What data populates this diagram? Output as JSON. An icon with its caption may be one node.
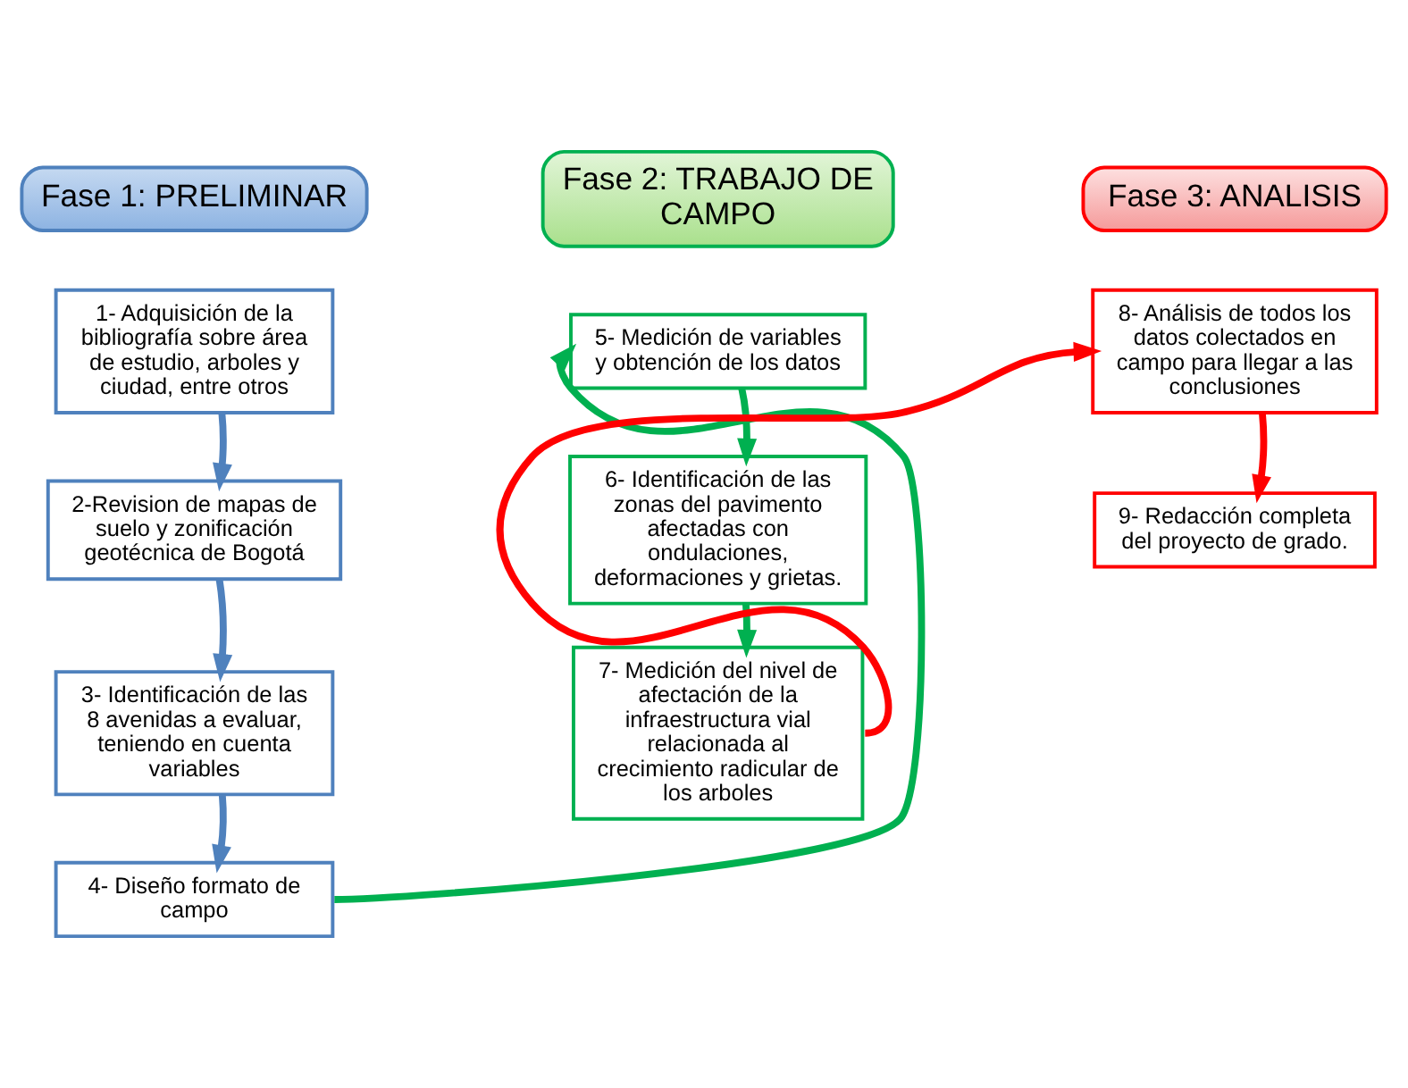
{
  "diagram": {
    "nodes": [
      {
        "text": [
          "Fase 1: PRELIMINAR"
        ]
      },
      {
        "text": [
          "1- Adquisición de la bibliografía sobre área de estudio, arboles y ciudad, entre otros"
        ]
      },
      {
        "text": [
          "2-Revision de mapas de suelo y zonificación geotécnica de Bogotá"
        ]
      },
      {
        "text": [
          "3- Identificación de las 8 avenidas a evaluar, teniendo en cuenta variables"
        ]
      },
      {
        "text": [
          "4- Diseño formato de campo"
        ]
      },
      {
        "text": [
          "Fase 2: TRABAJO DE CAMPO"
        ]
      },
      {
        "text": [
          "5- Medición de variables y obtención de los datos"
        ]
      },
      {
        "text": [
          "6- Identificación de las zonas del pavimento afectadas con ondulaciones, deformaciones y grietas."
        ]
      },
      {
        "text": [
          "7- Medición del nivel de afectación de la infraestructura vial relacionada al crecimiento radicular de los arboles"
        ]
      },
      {
        "text": [
          "Fase 3: ANALISIS"
        ]
      },
      {
        "text": [
          "8- Análisis de todos los datos colectados en campo para llegar a las conclusiones"
        ]
      },
      {
        "text": [
          "9- Redacción completa del proyecto de grado."
        ]
      }
    ],
    "edges": [
      {
        "from": 1,
        "to": 2,
        "arrow": "to"
      },
      {
        "from": 2,
        "to": 3,
        "arrow": "to"
      },
      {
        "from": 3,
        "to": 4,
        "arrow": "to"
      },
      {
        "from": 4,
        "to": 6,
        "arrow": "to",
        "color": "#00b050"
      },
      {
        "from": 6,
        "to": 7,
        "arrow": "to",
        "color": "#00b050"
      },
      {
        "from": 7,
        "to": 8,
        "arrow": "to",
        "color": "#00b050"
      },
      {
        "from": 8,
        "to": 10,
        "arrow": "to",
        "color": "#ff0000"
      },
      {
        "from": 10,
        "to": 11,
        "arrow": "to",
        "color": "#ff0000"
      }
    ]
  }
}
